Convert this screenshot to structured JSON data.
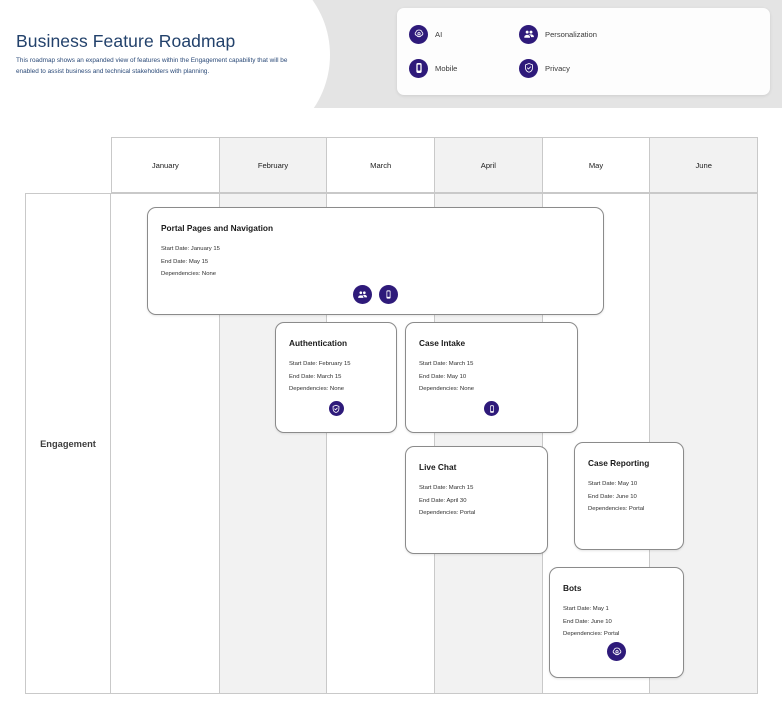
{
  "header": {
    "title": "Business Feature Roadmap",
    "subtitle": "This roadmap shows  an expanded view of features within the Engagement capability that will be enabled to assist business and technical stakeholders with planning."
  },
  "legend": {
    "items": [
      {
        "label": "AI",
        "icon": "ai-icon"
      },
      {
        "label": "Personalization",
        "icon": "personalization-icon"
      },
      {
        "label": "Mobile",
        "icon": "mobile-icon"
      },
      {
        "label": "Privacy",
        "icon": "privacy-icon"
      }
    ]
  },
  "timeline": {
    "months": [
      "January",
      "February",
      "March",
      "April",
      "May",
      "June"
    ]
  },
  "swimlane": {
    "label": "Engagement"
  },
  "labels": {
    "start_date": "Start Date:",
    "end_date": "End Date:",
    "dependencies": "Dependencies:"
  },
  "features": [
    {
      "name": "Portal Pages and Navigation",
      "start_date": "Start Date:  January 15",
      "end_date": "End Date:  May 15",
      "dependencies": "Dependencies:  None",
      "icons": [
        "personalization-icon",
        "mobile-icon"
      ]
    },
    {
      "name": "Authentication",
      "start_date": "Start Date: February 15",
      "end_date": "End Date:  March 15",
      "dependencies": "Dependencies: None",
      "icons": [
        "privacy-icon"
      ]
    },
    {
      "name": "Case Intake",
      "start_date": "Start Date: March 15",
      "end_date": "End Date:  May 10",
      "dependencies": "Dependencies: None",
      "icons": [
        "mobile-icon"
      ]
    },
    {
      "name": "Live Chat",
      "start_date": "Start Date:  March 15",
      "end_date": "End Date:   April 30",
      "dependencies": "Dependencies: Portal",
      "icons": []
    },
    {
      "name": "Case Reporting",
      "start_date": "Start Date:  May 10",
      "end_date": "End Date:   June 10",
      "dependencies": "Dependencies: Portal",
      "icons": []
    },
    {
      "name": "Bots",
      "start_date": "Start Date:  May 1",
      "end_date": "End Date:  June 10",
      "dependencies": "Dependencies: Portal",
      "icons": [
        "ai-icon"
      ]
    }
  ],
  "colors": {
    "badge": "#2e1a7a",
    "title": "#22416b",
    "banner": "#e4e4e4",
    "month_alt": "#f2f2f2",
    "grid_line": "#c9c9c9"
  }
}
